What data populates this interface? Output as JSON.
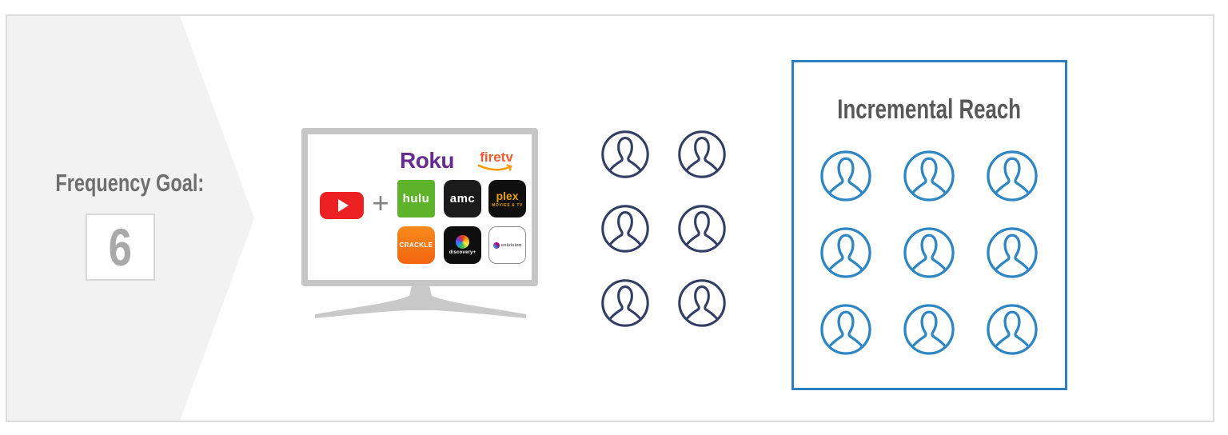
{
  "diagram": {
    "frequency_goal": {
      "label": "Frequency Goal:",
      "value": "6"
    },
    "tv": {
      "platforms": {
        "roku": "Roku",
        "firetv": "firetv"
      },
      "plus_sign": "+",
      "youtube_icon": "youtube-play-icon",
      "apps": [
        {
          "name": "hulu",
          "label": "hulu",
          "bg": "#5db32a"
        },
        {
          "name": "amc",
          "label": "amc",
          "bg": "#1b1b1b"
        },
        {
          "name": "plex",
          "label": "plex",
          "sublabel": "MOVIES & TV",
          "bg": "#0f0f0f"
        },
        {
          "name": "crackle",
          "label": "CRACKLE",
          "bg": "#f2660f"
        },
        {
          "name": "discovery-plus",
          "label": "discovery+",
          "bg": "#0e0e0e"
        },
        {
          "name": "univision",
          "label": "univision",
          "bg": "#ffffff"
        }
      ]
    },
    "exposed_audience": {
      "icon": "person-icon",
      "count": 6,
      "color": "#333e65"
    },
    "incremental_reach": {
      "title": "Incremental Reach",
      "icon": "person-icon",
      "count": 9,
      "color": "#2e86c3",
      "border_color": "#2e7fc0"
    },
    "colors": {
      "panel_border": "#dcdcdc",
      "chevron_fill": "#f2f2f2",
      "label_gray": "#6e6e6e",
      "value_gray": "#a9a9a9",
      "tv_gray": "#c6c6c6",
      "roku_purple": "#662d91",
      "firetv_orange": "#ef5b2d",
      "swoosh_orange": "#ff9900",
      "youtube_red": "#ed2024"
    }
  }
}
